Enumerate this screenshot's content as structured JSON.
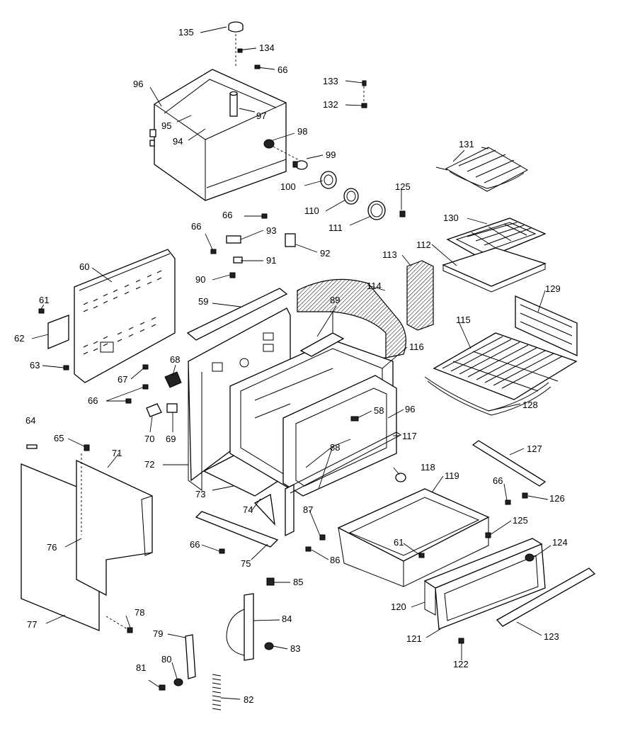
{
  "callouts": [
    {
      "id": "c135",
      "text": "135"
    },
    {
      "id": "c134",
      "text": "134"
    },
    {
      "id": "c66a",
      "text": "66"
    },
    {
      "id": "c133",
      "text": "133"
    },
    {
      "id": "c132",
      "text": "132"
    },
    {
      "id": "c96a",
      "text": "96"
    },
    {
      "id": "c97",
      "text": "97"
    },
    {
      "id": "c95",
      "text": "95"
    },
    {
      "id": "c94",
      "text": "94"
    },
    {
      "id": "c98",
      "text": "98"
    },
    {
      "id": "c131",
      "text": "131"
    },
    {
      "id": "c99",
      "text": "99"
    },
    {
      "id": "c100",
      "text": "100"
    },
    {
      "id": "c125a",
      "text": "125"
    },
    {
      "id": "c110",
      "text": "110"
    },
    {
      "id": "c111",
      "text": "111"
    },
    {
      "id": "c66b",
      "text": "66"
    },
    {
      "id": "c130",
      "text": "130"
    },
    {
      "id": "c66c",
      "text": "66"
    },
    {
      "id": "c93",
      "text": "93"
    },
    {
      "id": "c92",
      "text": "92"
    },
    {
      "id": "c112",
      "text": "112"
    },
    {
      "id": "c113",
      "text": "113"
    },
    {
      "id": "c60",
      "text": "60"
    },
    {
      "id": "c91",
      "text": "91"
    },
    {
      "id": "c90",
      "text": "90"
    },
    {
      "id": "c114",
      "text": "114"
    },
    {
      "id": "c129",
      "text": "129"
    },
    {
      "id": "c61a",
      "text": "61"
    },
    {
      "id": "c59",
      "text": "59"
    },
    {
      "id": "c89",
      "text": "89"
    },
    {
      "id": "c62",
      "text": "62"
    },
    {
      "id": "c115",
      "text": "115"
    },
    {
      "id": "c116",
      "text": "116"
    },
    {
      "id": "c68",
      "text": "68"
    },
    {
      "id": "c63",
      "text": "63"
    },
    {
      "id": "c67",
      "text": "67"
    },
    {
      "id": "c66d",
      "text": "66"
    },
    {
      "id": "c128",
      "text": "128"
    },
    {
      "id": "c58",
      "text": "58"
    },
    {
      "id": "c96b",
      "text": "96"
    },
    {
      "id": "c64",
      "text": "64"
    },
    {
      "id": "c117",
      "text": "117"
    },
    {
      "id": "c70",
      "text": "70"
    },
    {
      "id": "c69",
      "text": "69"
    },
    {
      "id": "c65",
      "text": "65"
    },
    {
      "id": "c71",
      "text": "71"
    },
    {
      "id": "c88",
      "text": "88"
    },
    {
      "id": "c127",
      "text": "127"
    },
    {
      "id": "c72",
      "text": "72"
    },
    {
      "id": "c118",
      "text": "118"
    },
    {
      "id": "c119",
      "text": "119"
    },
    {
      "id": "c66e",
      "text": "66"
    },
    {
      "id": "c126",
      "text": "126"
    },
    {
      "id": "c73",
      "text": "73"
    },
    {
      "id": "c74",
      "text": "74"
    },
    {
      "id": "c87",
      "text": "87"
    },
    {
      "id": "c125b",
      "text": "125"
    },
    {
      "id": "c76",
      "text": "76"
    },
    {
      "id": "c66f",
      "text": "66"
    },
    {
      "id": "c61b",
      "text": "61"
    },
    {
      "id": "c124",
      "text": "124"
    },
    {
      "id": "c86",
      "text": "86"
    },
    {
      "id": "c75",
      "text": "75"
    },
    {
      "id": "c85",
      "text": "85"
    },
    {
      "id": "c120",
      "text": "120"
    },
    {
      "id": "c78",
      "text": "78"
    },
    {
      "id": "c77",
      "text": "77"
    },
    {
      "id": "c84",
      "text": "84"
    },
    {
      "id": "c79",
      "text": "79"
    },
    {
      "id": "c123",
      "text": "123"
    },
    {
      "id": "c121",
      "text": "121"
    },
    {
      "id": "c83",
      "text": "83"
    },
    {
      "id": "c80",
      "text": "80"
    },
    {
      "id": "c81",
      "text": "81"
    },
    {
      "id": "c122",
      "text": "122"
    },
    {
      "id": "c82",
      "text": "82"
    }
  ]
}
